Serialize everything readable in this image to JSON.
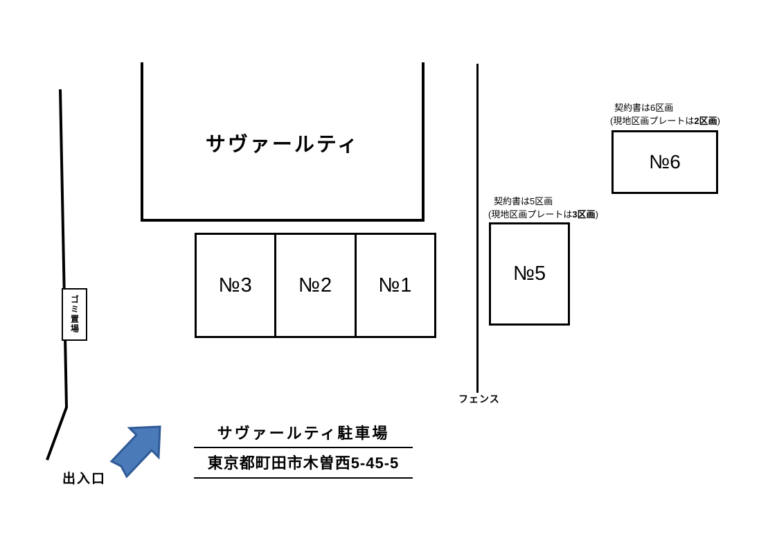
{
  "building": {
    "label": "サヴァールティ"
  },
  "parking_row": {
    "stalls": [
      {
        "label": "№3"
      },
      {
        "label": "№2"
      },
      {
        "label": "№1"
      }
    ]
  },
  "stall5": {
    "label": "№5",
    "note_line1": "契約書は5区画",
    "note_line2_prefix": "(現地区画プレートは",
    "note_line2_bold": "3区画",
    "note_line2_suffix": ")"
  },
  "stall6": {
    "label": "№6",
    "note_line1": "契約書は6区画",
    "note_line2_prefix": "(現地区画プレートは",
    "note_line2_bold": "2区画",
    "note_line2_suffix": ")"
  },
  "labels": {
    "fence": "フェンス",
    "garbage": "ゴミ置場",
    "entrance": "出入口"
  },
  "footer": {
    "lot_name": "サヴァールティ駐車場",
    "address": "東京都町田市木曽西5-45-5"
  },
  "colors": {
    "line": "#000000",
    "arrow_fill": "#4A7AB8",
    "arrow_stroke": "#2F5A97"
  }
}
